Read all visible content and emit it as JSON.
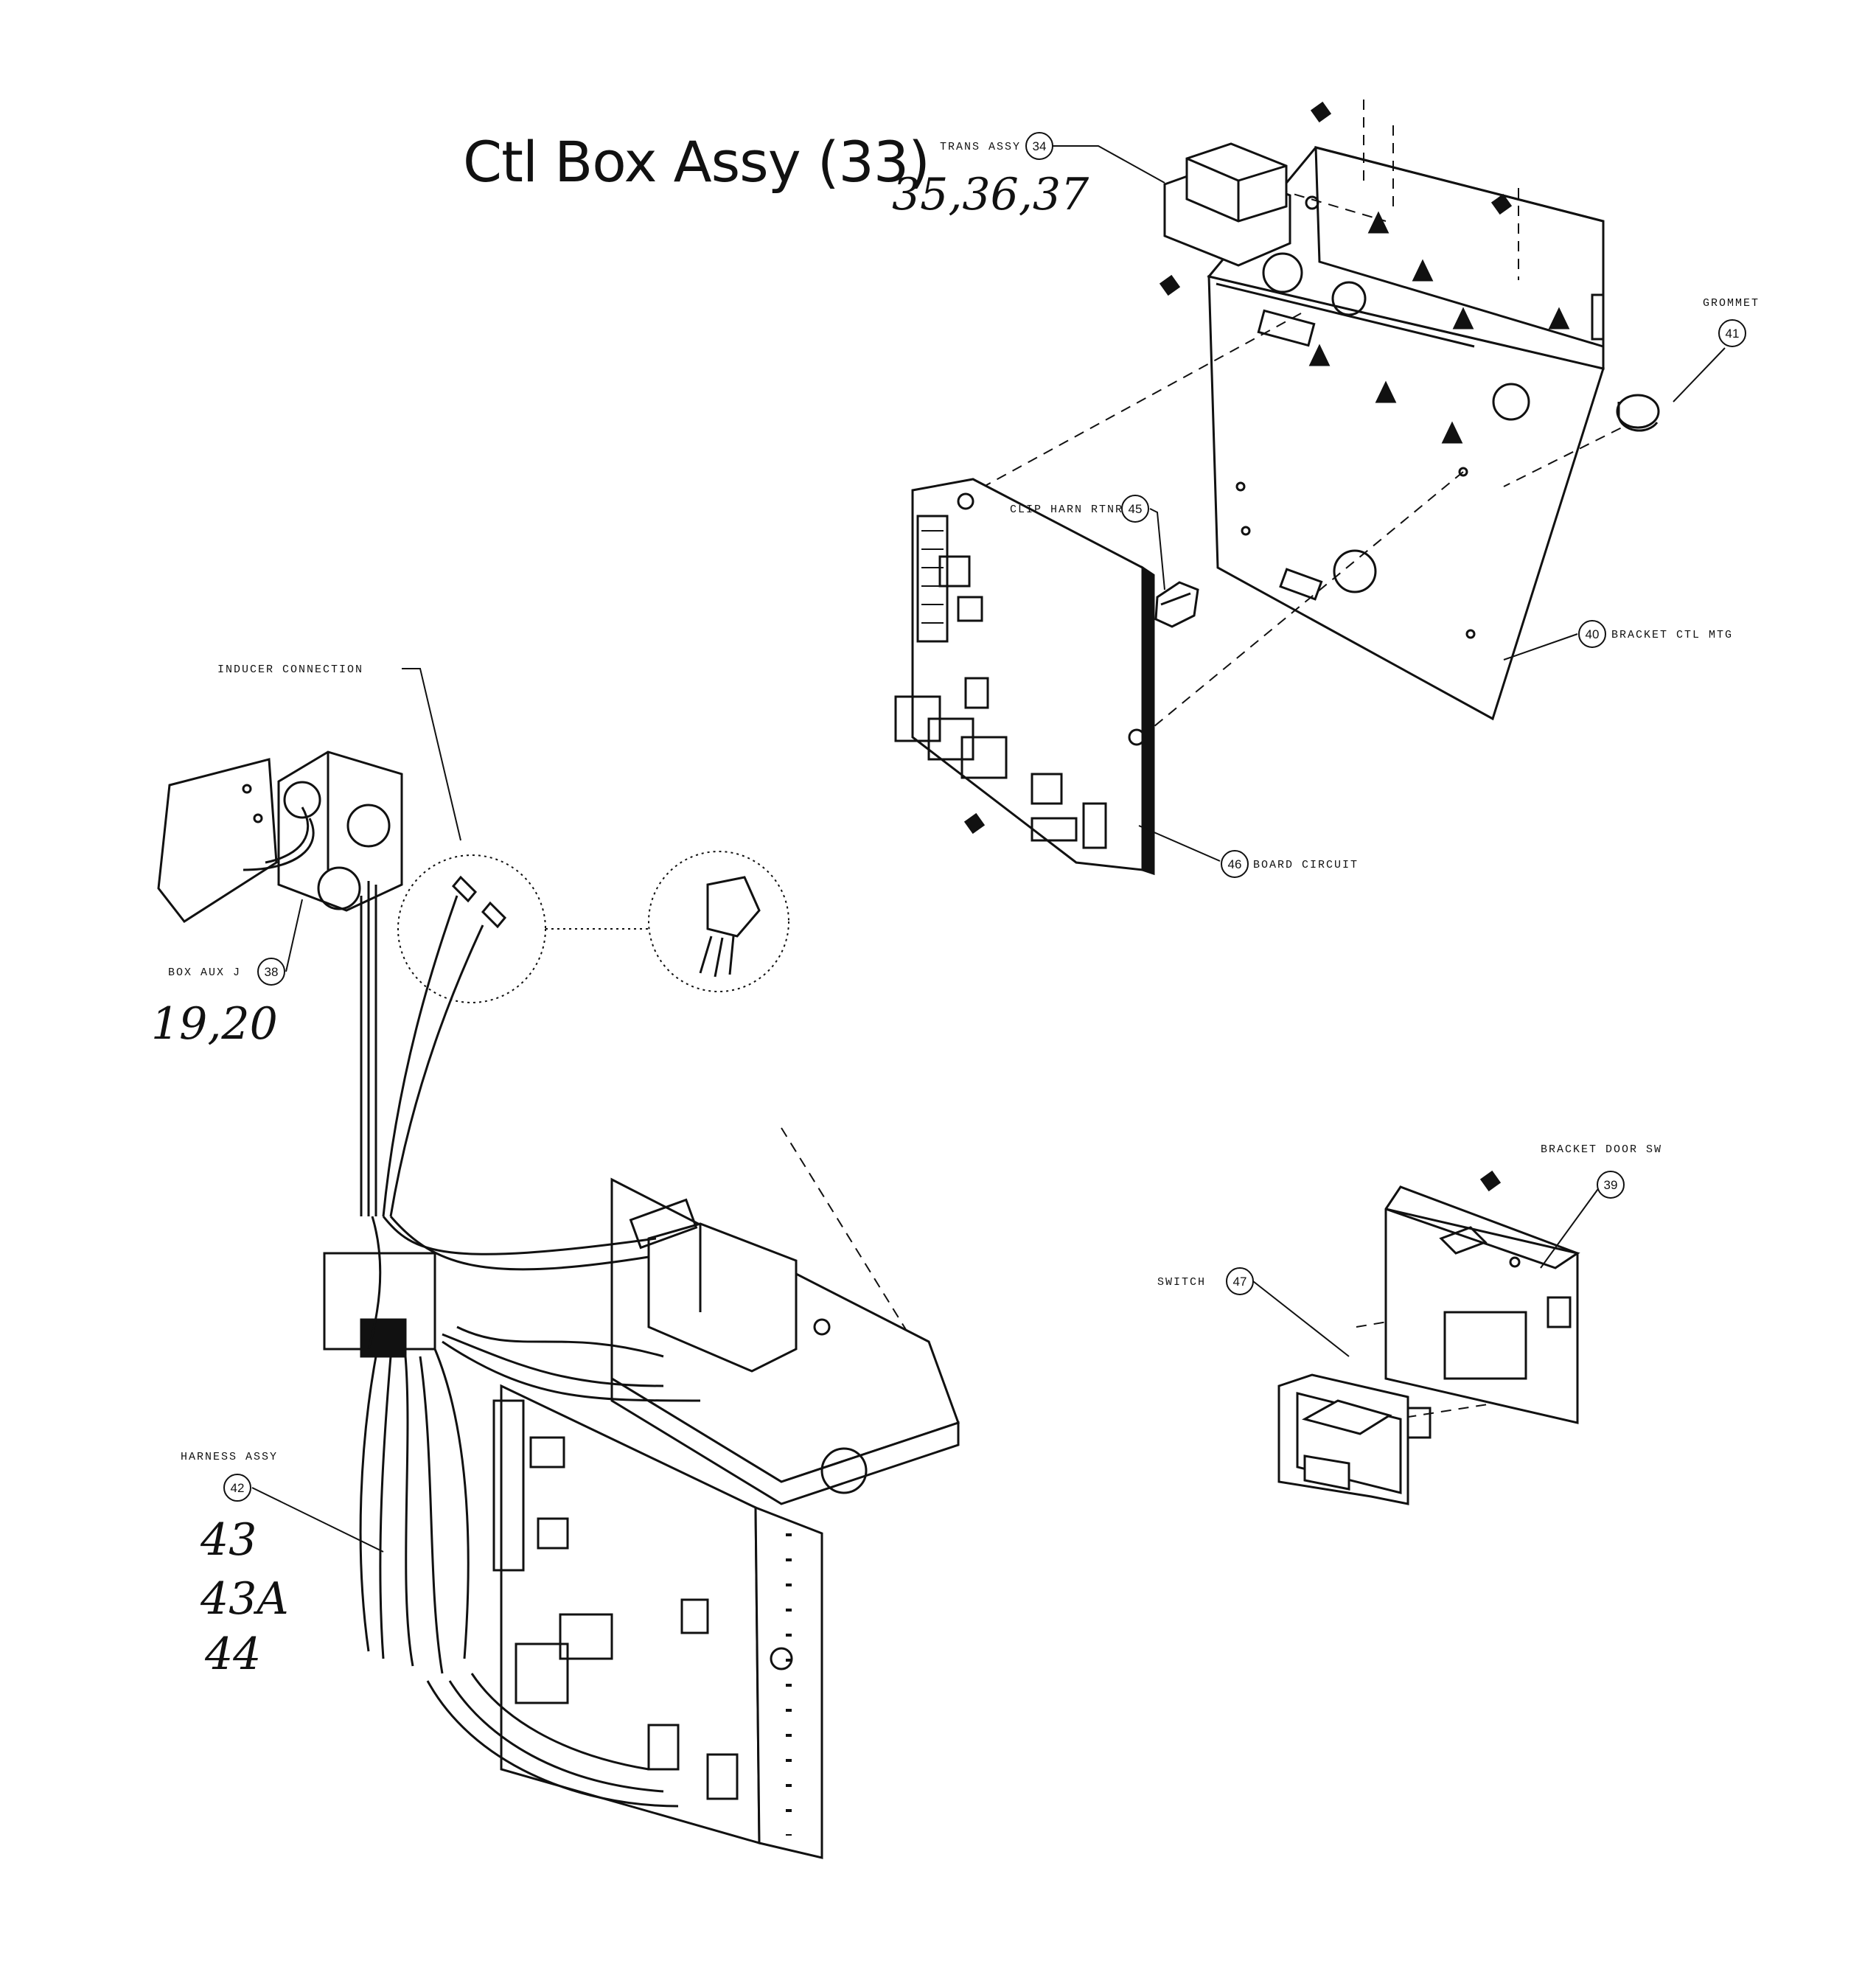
{
  "title": "Ctl Box Assy (33)",
  "handwritten": {
    "trans_assy_parts": "35,36,37",
    "box_aux_parts": "19,20",
    "harness_parts": [
      "43",
      "43A",
      "44"
    ]
  },
  "callouts": {
    "trans_assy": {
      "label": "TRANS ASSY",
      "number": "34"
    },
    "grommet": {
      "label": "GROMMET",
      "number": "41"
    },
    "clip_harn_rtnr": {
      "label": "CLIP HARN RTNR",
      "number": "45"
    },
    "bracket_ctl_mtg": {
      "label": "BRACKET CTL MTG",
      "number": "40"
    },
    "board_circuit": {
      "label": "BOARD CIRCUIT",
      "number": "46"
    },
    "inducer_connection": {
      "label": "INDUCER CONNECTION"
    },
    "box_aux_j": {
      "label": "BOX AUX J",
      "number": "38"
    },
    "bracket_door_sw": {
      "label": "BRACKET DOOR SW",
      "number": "39"
    },
    "switch": {
      "label": "SWITCH",
      "number": "47"
    },
    "harness_assy": {
      "label": "HARNESS ASSY",
      "number": "42"
    }
  },
  "colors": {
    "ink": "#111111",
    "background": "#ffffff"
  }
}
